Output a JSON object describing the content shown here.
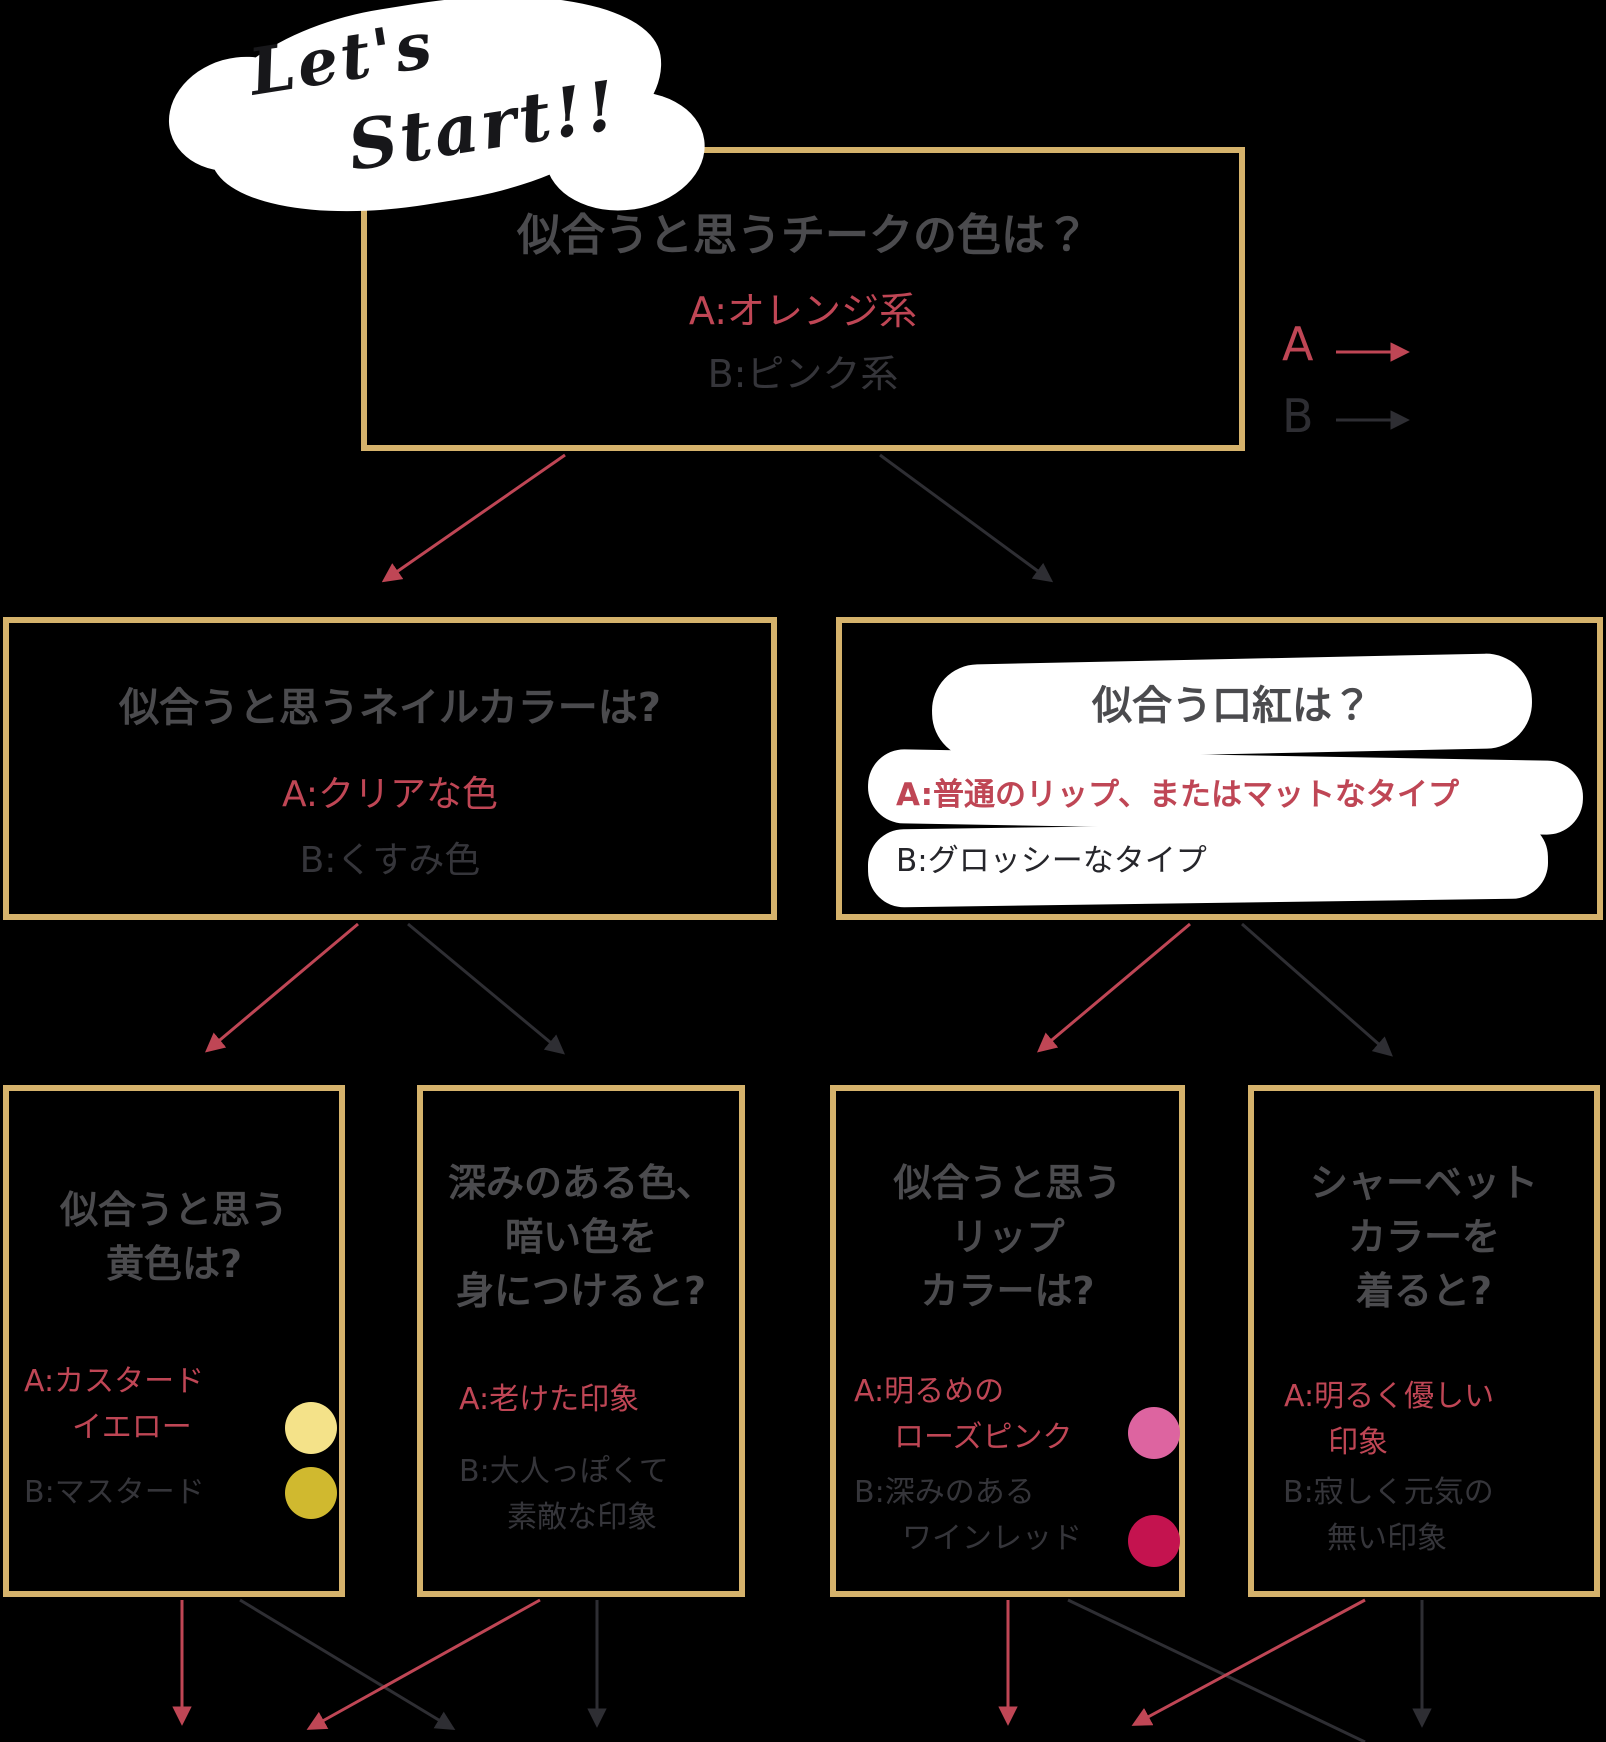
{
  "colors": {
    "background": "#000000",
    "box_border": "#d5b26b",
    "red": "#bf4655",
    "dark": "#2e2e33",
    "title_gray": "#4b4b4e",
    "option_gray": "#35353a",
    "white": "#ffffff"
  },
  "start_badge": {
    "line1": "Let's",
    "line2": "Start!!"
  },
  "legend": {
    "a": "A",
    "b": "B"
  },
  "q1": {
    "title": "似合うと思うチークの色は？",
    "option_a": "A:オレンジ系",
    "option_b": "B:ピンク系"
  },
  "q2_nail": {
    "title": "似合うと思うネイルカラーは?",
    "option_a": "A:クリアな色",
    "option_b": "B:くすみ色"
  },
  "q2_lip": {
    "title": "似合う口紅は？",
    "option_a": "A:普通のリップ、またはマットなタイプ",
    "option_b": "B:グロッシーなタイプ"
  },
  "q3_yellow": {
    "title_lines": [
      "似合うと思う",
      "黄色は?"
    ],
    "option_a_lines": [
      "A:カスタード",
      "イエロー"
    ],
    "option_b_lines": [
      "B:マスタード"
    ],
    "swatch_a": "#f4e289",
    "swatch_b": "#d0b92f"
  },
  "q3_deep": {
    "title_lines": [
      "深みのある色、",
      "暗い色を",
      "身につけると?"
    ],
    "option_a_lines": [
      "A:老けた印象"
    ],
    "option_b_lines": [
      "B:大人っぽくて",
      "素敵な印象"
    ]
  },
  "q3_lipcolor": {
    "title_lines": [
      "似合うと思う",
      "リップ",
      "カラーは?"
    ],
    "option_a_lines": [
      "A:明るめの",
      "ローズピンク"
    ],
    "option_b_lines": [
      "B:深みのある",
      "ワインレッド"
    ],
    "swatch_a": "#dd64a0",
    "swatch_b": "#c4134f"
  },
  "q3_sherbet": {
    "title_lines": [
      "シャーベット",
      "カラーを",
      "着ると?"
    ],
    "option_a_lines": [
      "A:明るく優しい",
      "印象"
    ],
    "option_b_lines": [
      "B:寂しく元気の",
      "無い印象"
    ]
  }
}
